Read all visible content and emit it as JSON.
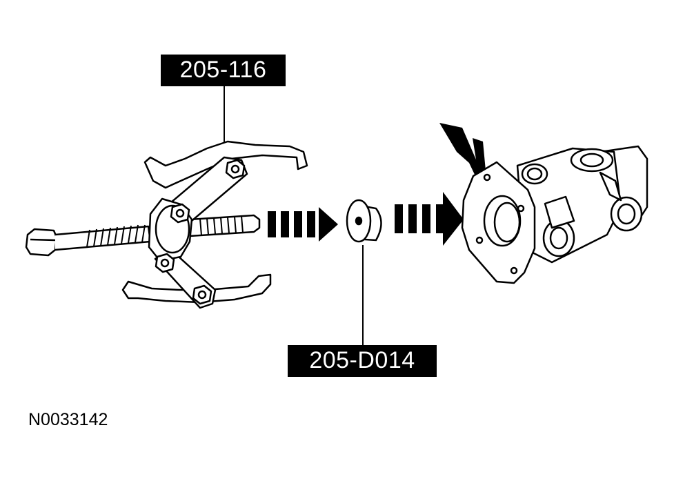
{
  "figure_id": "N0033142",
  "callouts": {
    "puller_tool": "205-116",
    "adapter_tool": "205-D014"
  },
  "colors": {
    "line": "#000000",
    "background": "#ffffff",
    "label_bg": "#000000",
    "label_text": "#ffffff"
  },
  "icons": {
    "direction_arrows": "dashed-right-arrow",
    "attention_arrow": "down-left-pointer-arrow"
  }
}
